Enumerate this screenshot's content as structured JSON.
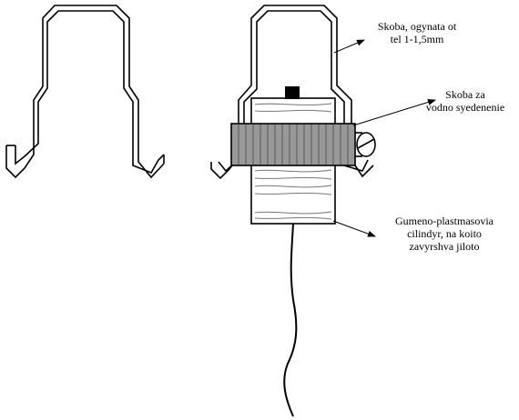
{
  "diagram": {
    "labels": {
      "bracket": [
        "Skoba, ogynata ot",
        "tel 1-1,5mm"
      ],
      "clamp": [
        "Skoba za",
        "vodno syedenenie"
      ],
      "cylinder": [
        "Gumeno-plastmasovia",
        "cilindyr, na koito",
        "zavyrshva jiloto"
      ]
    }
  }
}
